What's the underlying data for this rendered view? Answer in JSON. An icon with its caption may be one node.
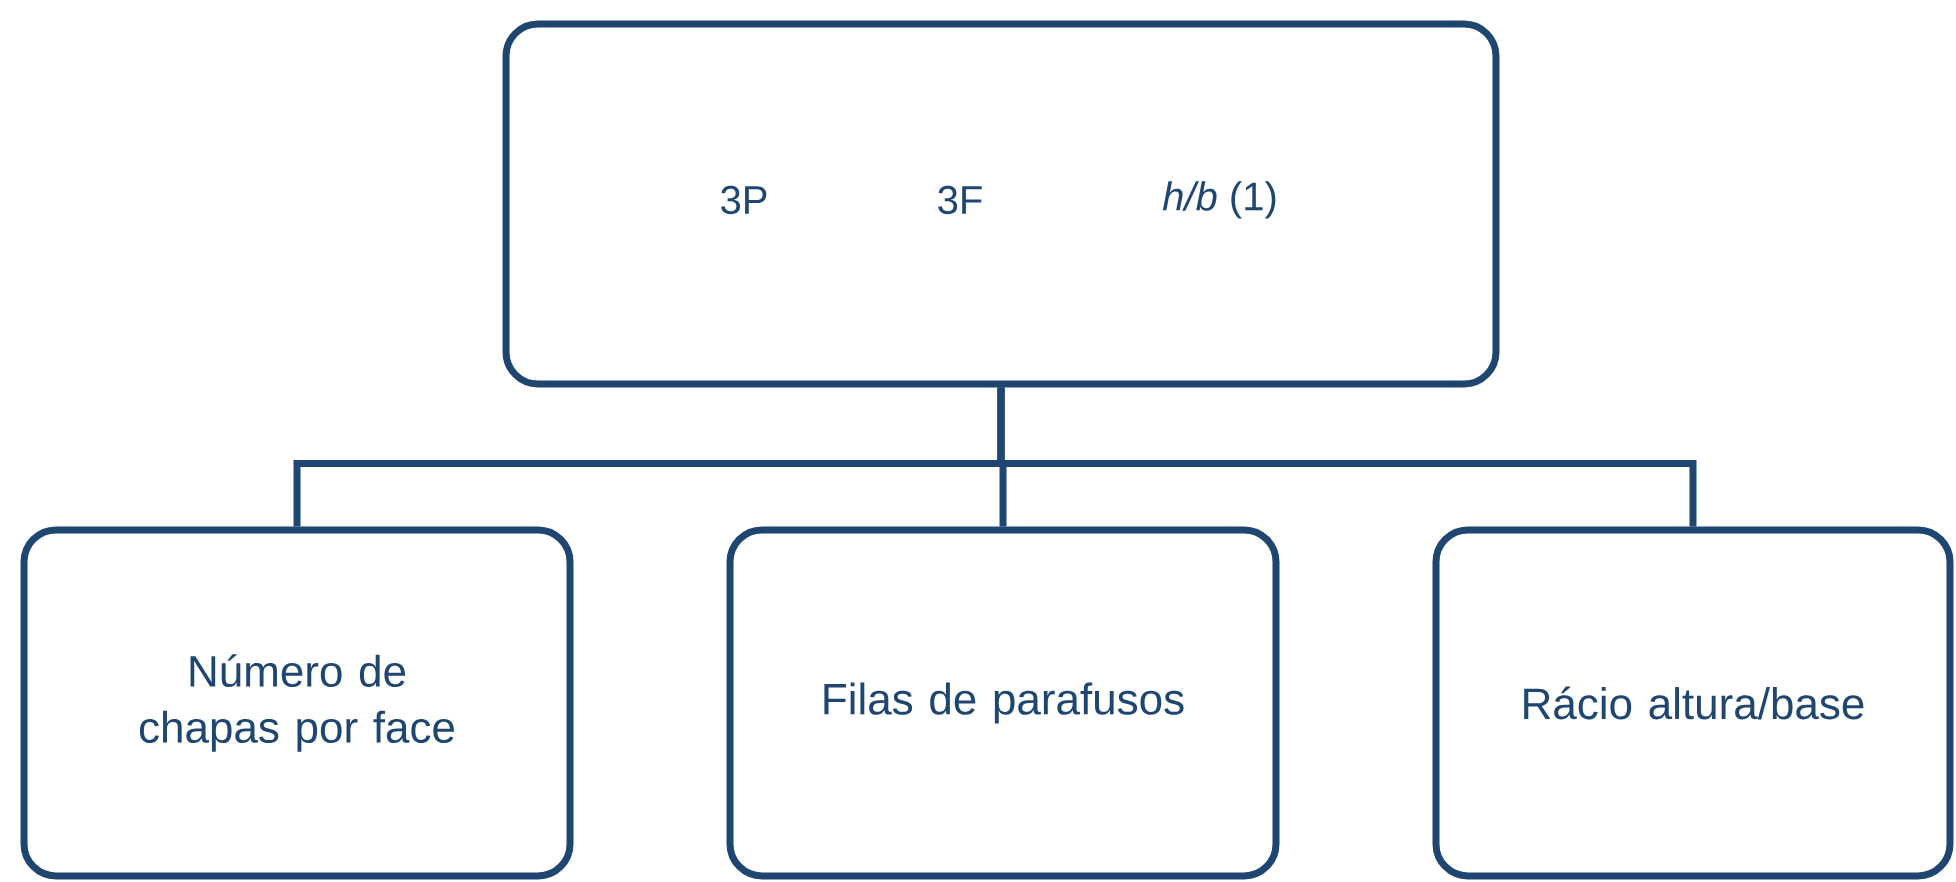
{
  "diagram": {
    "nodes": [
      {
        "text": [
          "3P",
          "3F",
          "*h/b* (1)"
        ]
      },
      {
        "text": [
          "Número de chapas por face"
        ]
      },
      {
        "text": [
          "Filas de parafusos"
        ]
      },
      {
        "text": [
          "Rácio altura/base"
        ]
      }
    ],
    "edges": [
      {
        "from": 0,
        "to": 1,
        "arrow": "none"
      },
      {
        "from": 0,
        "to": 2,
        "arrow": "none"
      },
      {
        "from": 0,
        "to": 3,
        "arrow": "none"
      }
    ]
  }
}
